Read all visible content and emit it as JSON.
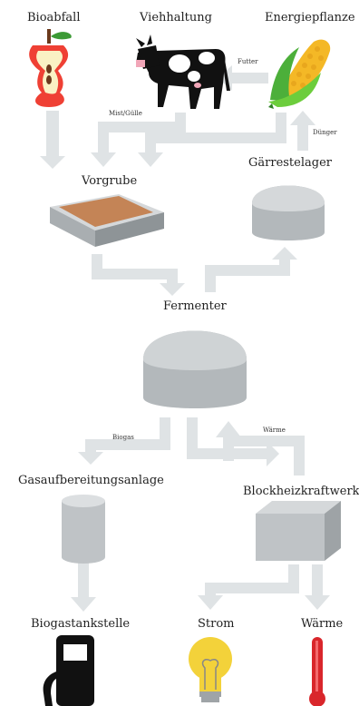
{
  "labels": {
    "bioabfall": "Bioabfall",
    "viehhaltung": "Viehhaltung",
    "energiepflanze": "Energiepflanze",
    "vorgrube": "Vorgrube",
    "gaerrestelager": "Gärrestelager",
    "fermenter": "Fermenter",
    "gasaufbereitung": "Gasaufbereitungsanlage",
    "bhkw": "Blockheizkraftwerk",
    "biogastankstelle": "Biogastankstelle",
    "strom": "Strom",
    "waerme": "Wärme"
  },
  "edge_labels": {
    "futter": "Futter",
    "mist": "Mist/Gülle",
    "duenger": "Dünger",
    "biogas": "Biogas",
    "waerme": "Wärme"
  },
  "colors": {
    "arrow": "#dfe3e5",
    "tank_light": "#d5d8da",
    "tank_dark": "#b3b8bb",
    "pit_fill": "#c48456",
    "bulb": "#f3d23a",
    "thermo": "#d9262b"
  },
  "icons": [
    "apple-core-icon",
    "cow-icon",
    "corn-icon",
    "fuel-pump-icon",
    "light-bulb-icon",
    "thermometer-icon"
  ]
}
